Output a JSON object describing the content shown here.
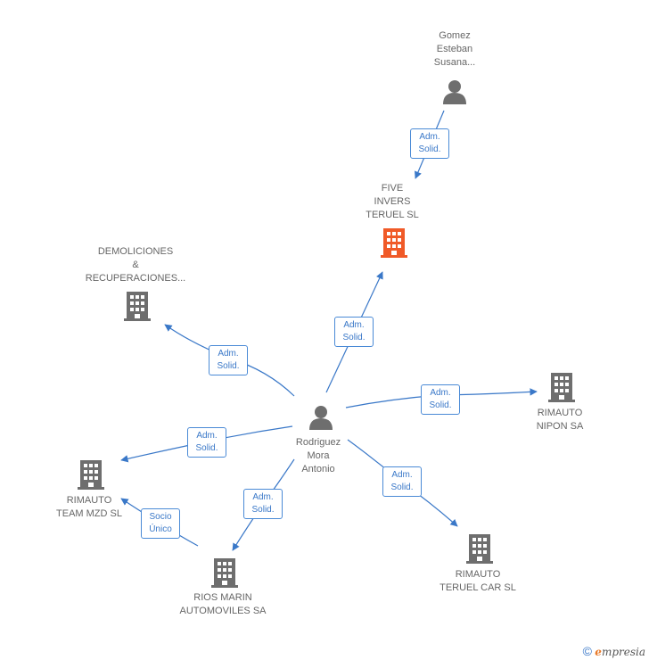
{
  "colors": {
    "edge": "#3a78c8",
    "node": "#6e6e6e",
    "focus": "#f05a28",
    "text": "#666666"
  },
  "nodes": {
    "gomez": {
      "lines": [
        "Gomez",
        "Esteban",
        "Susana..."
      ],
      "icon": "person-icon"
    },
    "five_invers": {
      "lines": [
        "FIVE",
        "INVERS",
        "TERUEL SL"
      ],
      "icon": "building-icon"
    },
    "demoliciones": {
      "lines": [
        "DEMOLICIONES",
        "&",
        "RECUPERACIONES..."
      ],
      "icon": "building-icon"
    },
    "rodriguez": {
      "lines": [
        "Rodriguez",
        "Mora",
        "Antonio"
      ],
      "icon": "person-icon"
    },
    "rimauto_nipon": {
      "lines": [
        "RIMAUTO",
        "NIPON SA"
      ],
      "icon": "building-icon"
    },
    "rimauto_team": {
      "lines": [
        "RIMAUTO",
        "TEAM MZD SL"
      ],
      "icon": "building-icon"
    },
    "rios_marin": {
      "lines": [
        "RIOS MARIN",
        "AUTOMOVILES SA"
      ],
      "icon": "building-icon"
    },
    "rimauto_teruel": {
      "lines": [
        "RIMAUTO",
        "TERUEL CAR  SL"
      ],
      "icon": "building-icon"
    }
  },
  "relations": {
    "gomez_five": [
      "Adm.",
      "Solid."
    ],
    "rod_five": [
      "Adm.",
      "Solid."
    ],
    "rod_demol": [
      "Adm.",
      "Solid."
    ],
    "rod_nipon": [
      "Adm.",
      "Solid."
    ],
    "rod_team": [
      "Adm.",
      "Solid."
    ],
    "rod_rios": [
      "Adm.",
      "Solid."
    ],
    "rod_teruel": [
      "Adm.",
      "Solid."
    ],
    "rios_team": [
      "Socio",
      "Único"
    ]
  },
  "footer": {
    "copyright": "©",
    "brand_initial": "e",
    "brand_rest": "mpresia"
  }
}
